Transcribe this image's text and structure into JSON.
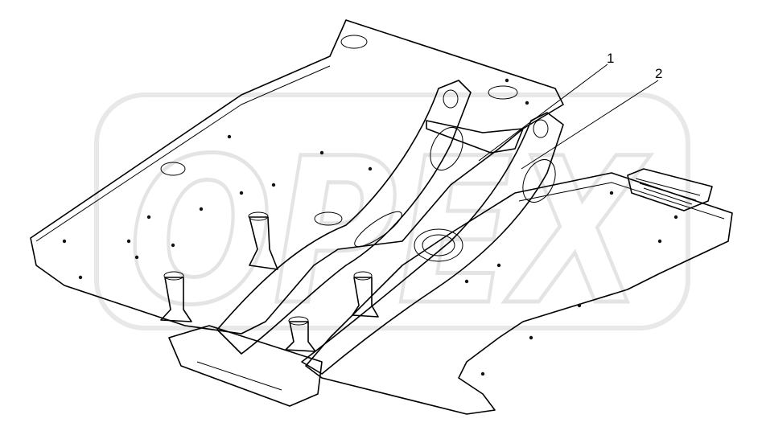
{
  "callouts": [
    {
      "label": "1"
    },
    {
      "label": "2"
    }
  ],
  "watermark": {
    "text": "OPEX",
    "color": "#e0e0e0"
  },
  "colors": {
    "line": "#000000",
    "background": "#ffffff"
  }
}
